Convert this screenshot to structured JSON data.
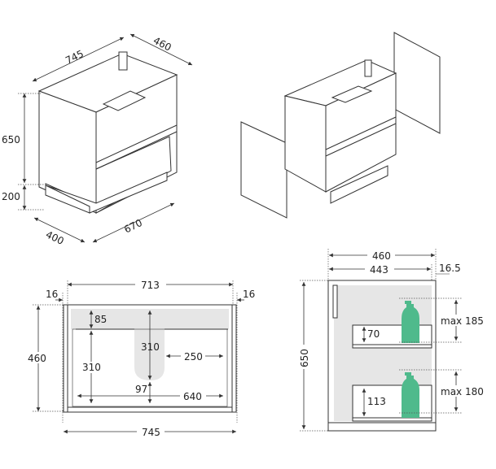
{
  "iso_assembled": {
    "width": "745",
    "depth": "460",
    "body_height": "650",
    "plinth_height": "200",
    "plinth_depth": "400",
    "plinth_width": "670"
  },
  "plan_view": {
    "inner_width": "713",
    "side_left": "16",
    "side_right": "16",
    "depth": "460",
    "top_band": "85",
    "cutout_depth": "310",
    "drawer_depth": "310",
    "cutout_side": "250",
    "cutout_gap": "97",
    "drawer_width": "640",
    "overall_width": "745"
  },
  "side_section": {
    "depth": "460",
    "inner_depth": "443",
    "door_thickness": "16.5",
    "height": "650",
    "top_drawer_height": "70",
    "bottom_drawer_height": "113",
    "top_clearance": "max 185",
    "bottom_clearance": "max 180"
  },
  "colors": {
    "bottle": "#4fba8c",
    "panel": "#e6e6e6"
  }
}
